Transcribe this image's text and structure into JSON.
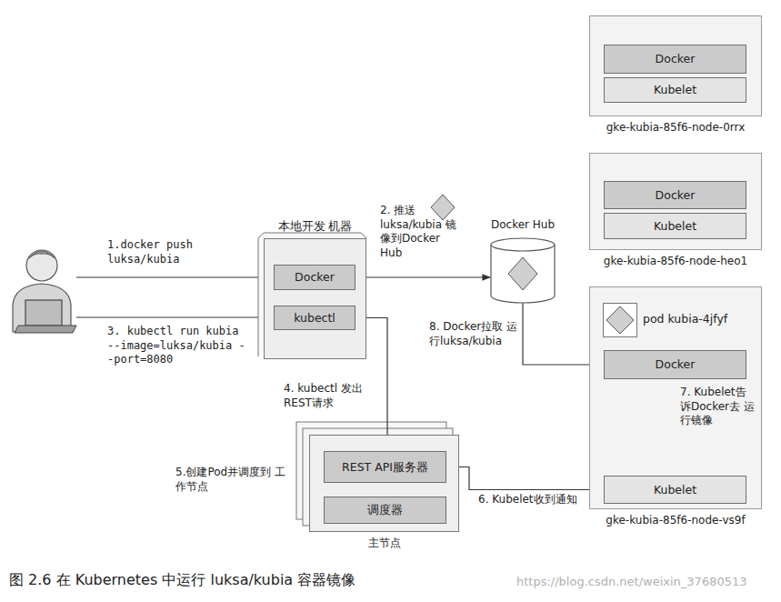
{
  "diagram": {
    "caption": "图 2.6 在 Kubernetes 中运行 luksa/kubia 容器镜像",
    "nodes": [
      {
        "text": [
          "gke-kubia-85f6-node-0rrx"
        ]
      },
      {
        "text": [
          "Docker"
        ],
        "in": 0
      },
      {
        "text": [
          "Kubelet"
        ],
        "in": 0
      },
      {
        "text": [
          "gke-kubia-85f6-node-heo1"
        ]
      },
      {
        "text": [
          "Docker"
        ],
        "in": 3
      },
      {
        "text": [
          "Kubelet"
        ],
        "in": 3
      },
      {
        "text": [
          "本地开发 机器"
        ]
      },
      {
        "text": [
          "Docker"
        ],
        "in": 6
      },
      {
        "text": [
          "kubectl"
        ],
        "in": 6
      },
      {
        "text": [
          "Docker Hub"
        ]
      },
      {
        "text": [
          "gke-kubia-85f6-node-vs9f"
        ]
      },
      {
        "text": [
          "pod kubia-4jfyf"
        ],
        "in": 10
      },
      {
        "text": [
          "Docker"
        ],
        "in": 10
      },
      {
        "text": [
          "Kubelet"
        ],
        "in": 10
      },
      {
        "text": [
          "主节点"
        ]
      },
      {
        "text": [
          "REST API服务器"
        ],
        "in": 14
      },
      {
        "text": [
          "调度器"
        ],
        "in": 14
      }
    ],
    "edges": [
      {
        "from": 7,
        "to": 9,
        "arrow": "to",
        "label": "2. 推送 luksa/kubia 镜像到Docker Hub"
      },
      {
        "from": 8,
        "to": 15,
        "arrow": "to",
        "label": "4. kubectl 发出 REST请求"
      },
      {
        "from": 15,
        "to": 13,
        "arrow": "to",
        "label": "6. Kubelet收到通知"
      },
      {
        "from": 13,
        "to": 12,
        "arrow": "to",
        "label": "7. Kubelet告 诉Docker去 运行镜像"
      },
      {
        "from": 9,
        "to": 12,
        "arrow": "to",
        "label": "8. Docker拉取 运行luksa/kubia"
      }
    ],
    "labels": [
      "1.docker push luksa/kubia",
      "3. kubectl run kubia --image=luksa/kubia --port=8080",
      "5.创建Pod并调度到 工作节点",
      "https://blog.csdn.net/weixin_37680513"
    ]
  }
}
